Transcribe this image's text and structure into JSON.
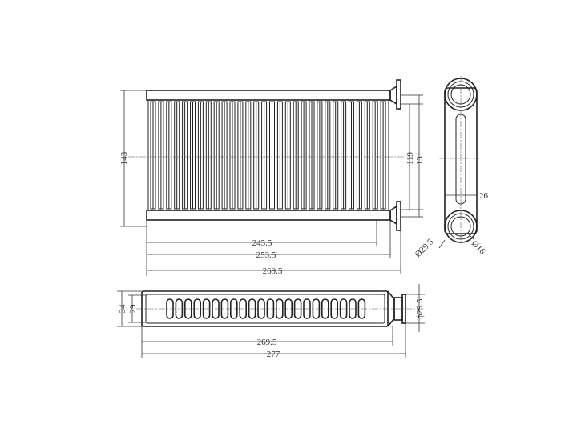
{
  "front_view": {
    "height_143": "143",
    "height_119": "119",
    "height_131": "131",
    "width_245_5": "245.5",
    "width_253_5": "253.5",
    "width_269_5": "269.5"
  },
  "side_view": {
    "thickness": "26",
    "outer_diameter": "Ø29.5",
    "inner_diameter": "Ø16"
  },
  "bottom_view": {
    "depth_34": "34",
    "depth_29": "29",
    "pipe_diameter": "ϕ29.5",
    "length_269_5": "269.5",
    "length_277": "277",
    "oval_count": 22
  }
}
